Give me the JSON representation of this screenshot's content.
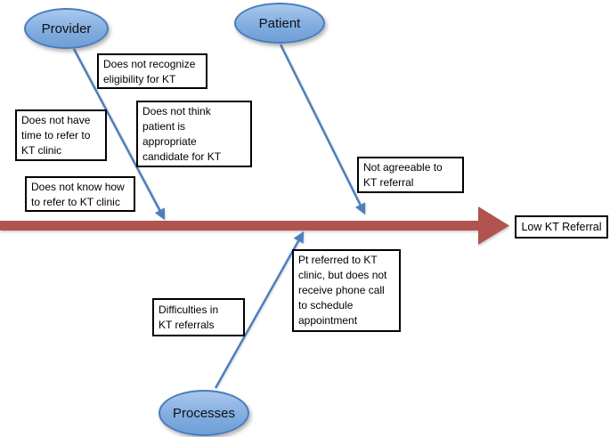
{
  "fishbone": {
    "effect_label": "Low KT Referral",
    "branches": {
      "provider": {
        "label": "Provider"
      },
      "patient": {
        "label": "Patient"
      },
      "processes": {
        "label": "Processes"
      }
    },
    "cause_boxes": {
      "recognize": "Does not recognize\neligibility for KT",
      "time": "Does not have\ntime to refer to\nKT clinic",
      "appropriate": "Does not think\npatient is\nappropriate\ncandidate for KT",
      "knowhow": "Does not know how\nto refer to KT clinic",
      "agreeable": "Not agreeable to\nKT referral",
      "phone_call": "Pt referred to KT\nclinic, but does not\nreceive phone call\nto schedule\nappointment",
      "difficulties": "Difficulties in\nKT referrals"
    },
    "colors": {
      "ellipse_fill_light": "#aac8ed",
      "ellipse_fill_dark": "#6f9fd6",
      "ellipse_border": "#4a7cbd",
      "branch_line": "#4d7ebf",
      "spine": "#b15450",
      "box_border": "#000000",
      "box_background": "#ffffff",
      "text": "#000000",
      "background": "#ffffff"
    }
  }
}
